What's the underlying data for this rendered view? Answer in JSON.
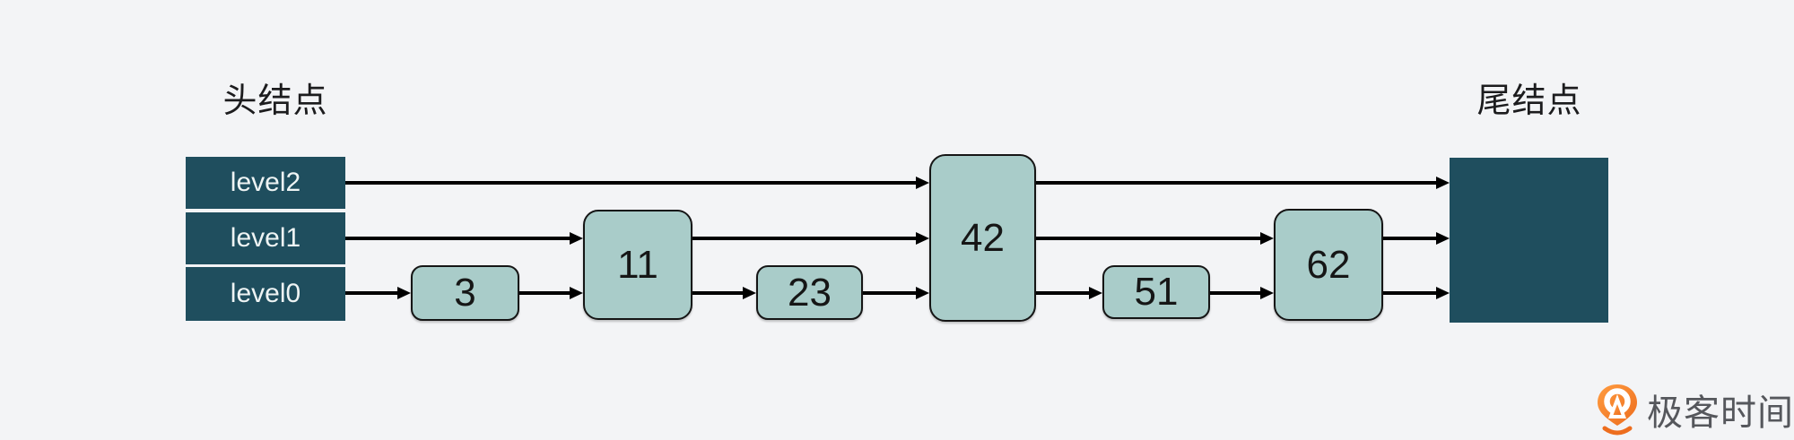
{
  "diagram": {
    "type": "skip-list",
    "head_label": "头结点",
    "tail_label": "尾结点",
    "head_levels": [
      "level2",
      "level1",
      "level0"
    ],
    "nodes": [
      {
        "value": "3",
        "levels_spanned": 1
      },
      {
        "value": "11",
        "levels_spanned": 2
      },
      {
        "value": "23",
        "levels_spanned": 1
      },
      {
        "value": "42",
        "levels_spanned": 3
      },
      {
        "value": "51",
        "levels_spanned": 1
      },
      {
        "value": "62",
        "levels_spanned": 2
      }
    ],
    "edges": {
      "level2": [
        "head",
        "42",
        "tail"
      ],
      "level1": [
        "head",
        "11",
        "42",
        "62",
        "tail"
      ],
      "level0": [
        "head",
        "3",
        "11",
        "23",
        "42",
        "51",
        "62",
        "tail"
      ]
    }
  },
  "colors": {
    "background": "#f3f4f6",
    "node_dark_teal": "#1f4e5e",
    "node_light_teal": "#a9ccc9",
    "arrow_black": "#000000",
    "logo_orange": "#ed6d1e",
    "logo_text_gray": "#55575c"
  },
  "branding": {
    "logo_text": "极客时间"
  }
}
